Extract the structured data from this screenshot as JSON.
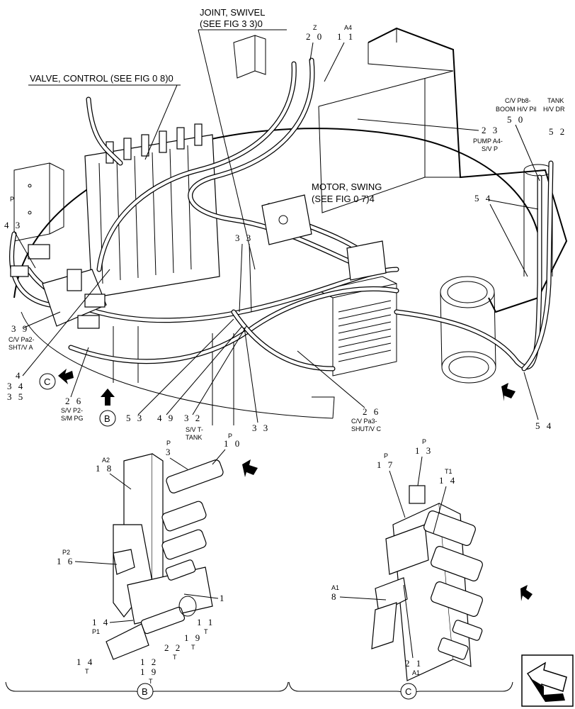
{
  "callouts": {
    "joint_swivel": [
      "JOINT, SWIVEL",
      "(SEE FIG 3 3)0"
    ],
    "valve_control": "VALVE, CONTROL (SEE FIG 0 8)0",
    "motor_swing": [
      "MOTOR, SWING",
      "(SEE FIG 0 7)4"
    ],
    "z_label": "Z",
    "n20": "2 0",
    "a4_label": "A4",
    "n11": "1 1",
    "n23": "2 3",
    "pump_a4": [
      "PUMP A4-",
      "S/V P"
    ],
    "cv_pb8": [
      "C/V Pb8-",
      "BOOM H/V Pil"
    ],
    "n50": "5 0",
    "tank": [
      "TANK",
      "H/V DR"
    ],
    "n52": "5 2",
    "n54a": "5 4",
    "n54b": "5 4",
    "p43_label": "P",
    "n43": "4 3",
    "n33a": "3 3",
    "n39": "3 9",
    "cv_pa2": [
      "C/V Pa2-",
      "SHT/V A"
    ],
    "n4": "4",
    "n34": "3 4",
    "n35": "3 5",
    "n26a": "2 6",
    "sv_p2": [
      "S/V P2-",
      "S/M PG"
    ],
    "n53": "5 3",
    "n49": "4 9",
    "n32": "3 2",
    "sv_t": [
      "S/V T-",
      "TANK"
    ],
    "n33b": "3 3",
    "n26b": "2 6",
    "cv_pa3": [
      "C/V Pa3-",
      "SHUT/V C"
    ],
    "circle_c": "C",
    "circle_b": "B"
  },
  "detail_b": {
    "label": "B",
    "p3_label": "P",
    "n3": "3",
    "p10_label": "P",
    "n10": "1 0",
    "a2_label": "A2",
    "n18": "1 8",
    "p2_label": "P2",
    "n16": "1 6",
    "n1": "1",
    "n14": "1 4",
    "p1_label": "P1",
    "n11": "1 1",
    "t11": "T",
    "n19a": "1 9",
    "t19a": "T",
    "n22": "2 2",
    "t22": "T",
    "n14b": "1 4",
    "t14b": "T",
    "n12": "1 2",
    "n19b": "1 9",
    "t19b": "T"
  },
  "detail_c": {
    "label": "C",
    "p13_label": "P",
    "n13": "1 3",
    "p17_label": "P",
    "n17": "1 7",
    "t1_label": "T1",
    "n14": "1 4",
    "a1_label": "A1",
    "n8": "8",
    "n21": "2 1",
    "a1b_label": "A1"
  },
  "nav_icon": "next-page-arrow"
}
